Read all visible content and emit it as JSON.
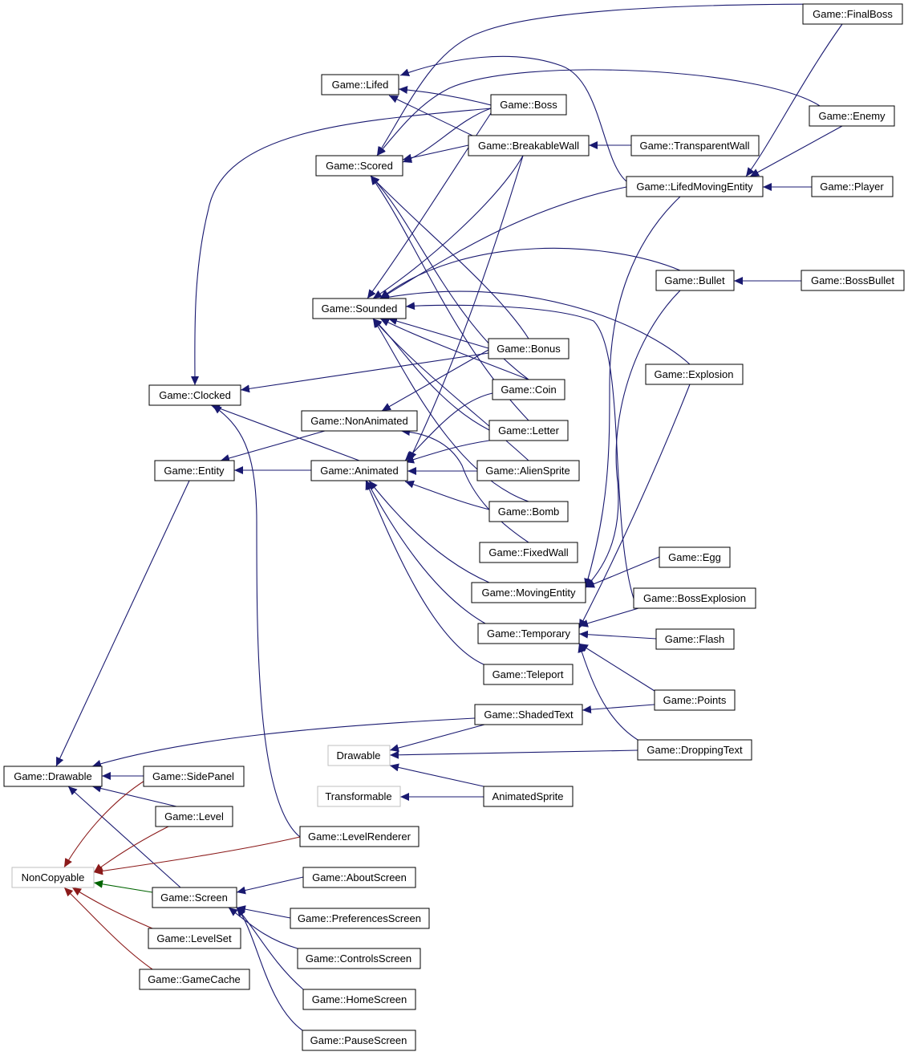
{
  "colors": {
    "public_inheritance": "#191970",
    "private_inheritance": "#8b1a1a",
    "protected_inheritance": "#006400",
    "node_border": "#000000",
    "external_node_border": "#bfbfbf"
  },
  "nodes": {
    "final_boss": {
      "label": "Game::FinalBoss"
    },
    "lifed": {
      "label": "Game::Lifed"
    },
    "boss": {
      "label": "Game::Boss"
    },
    "enemy": {
      "label": "Game::Enemy"
    },
    "scored": {
      "label": "Game::Scored"
    },
    "breakable_wall": {
      "label": "Game::BreakableWall"
    },
    "transparent_wall": {
      "label": "Game::TransparentWall"
    },
    "lifed_moving_entity": {
      "label": "Game::LifedMovingEntity"
    },
    "player": {
      "label": "Game::Player"
    },
    "bullet": {
      "label": "Game::Bullet"
    },
    "boss_bullet": {
      "label": "Game::BossBullet"
    },
    "sounded": {
      "label": "Game::Sounded"
    },
    "bonus": {
      "label": "Game::Bonus"
    },
    "explosion": {
      "label": "Game::Explosion"
    },
    "clocked": {
      "label": "Game::Clocked"
    },
    "coin": {
      "label": "Game::Coin"
    },
    "non_animated": {
      "label": "Game::NonAnimated"
    },
    "letter": {
      "label": "Game::Letter"
    },
    "entity": {
      "label": "Game::Entity"
    },
    "animated": {
      "label": "Game::Animated"
    },
    "alien_sprite": {
      "label": "Game::AlienSprite"
    },
    "bomb": {
      "label": "Game::Bomb"
    },
    "fixed_wall": {
      "label": "Game::FixedWall"
    },
    "egg": {
      "label": "Game::Egg"
    },
    "moving_entity": {
      "label": "Game::MovingEntity"
    },
    "boss_explosion": {
      "label": "Game::BossExplosion"
    },
    "temporary": {
      "label": "Game::Temporary"
    },
    "flash": {
      "label": "Game::Flash"
    },
    "teleport": {
      "label": "Game::Teleport"
    },
    "shaded_text": {
      "label": "Game::ShadedText"
    },
    "points": {
      "label": "Game::Points"
    },
    "drawable_ext": {
      "label": "Drawable"
    },
    "dropping_text": {
      "label": "Game::DroppingText"
    },
    "game_drawable": {
      "label": "Game::Drawable"
    },
    "side_panel": {
      "label": "Game::SidePanel"
    },
    "transformable": {
      "label": "Transformable"
    },
    "animated_sprite": {
      "label": "AnimatedSprite"
    },
    "level": {
      "label": "Game::Level"
    },
    "level_renderer": {
      "label": "Game::LevelRenderer"
    },
    "non_copyable": {
      "label": "NonCopyable"
    },
    "about_screen": {
      "label": "Game::AboutScreen"
    },
    "screen": {
      "label": "Game::Screen"
    },
    "preferences_screen": {
      "label": "Game::PreferencesScreen"
    },
    "level_set": {
      "label": "Game::LevelSet"
    },
    "controls_screen": {
      "label": "Game::ControlsScreen"
    },
    "game_cache": {
      "label": "Game::GameCache"
    },
    "home_screen": {
      "label": "Game::HomeScreen"
    },
    "pause_screen": {
      "label": "Game::PauseScreen"
    }
  }
}
